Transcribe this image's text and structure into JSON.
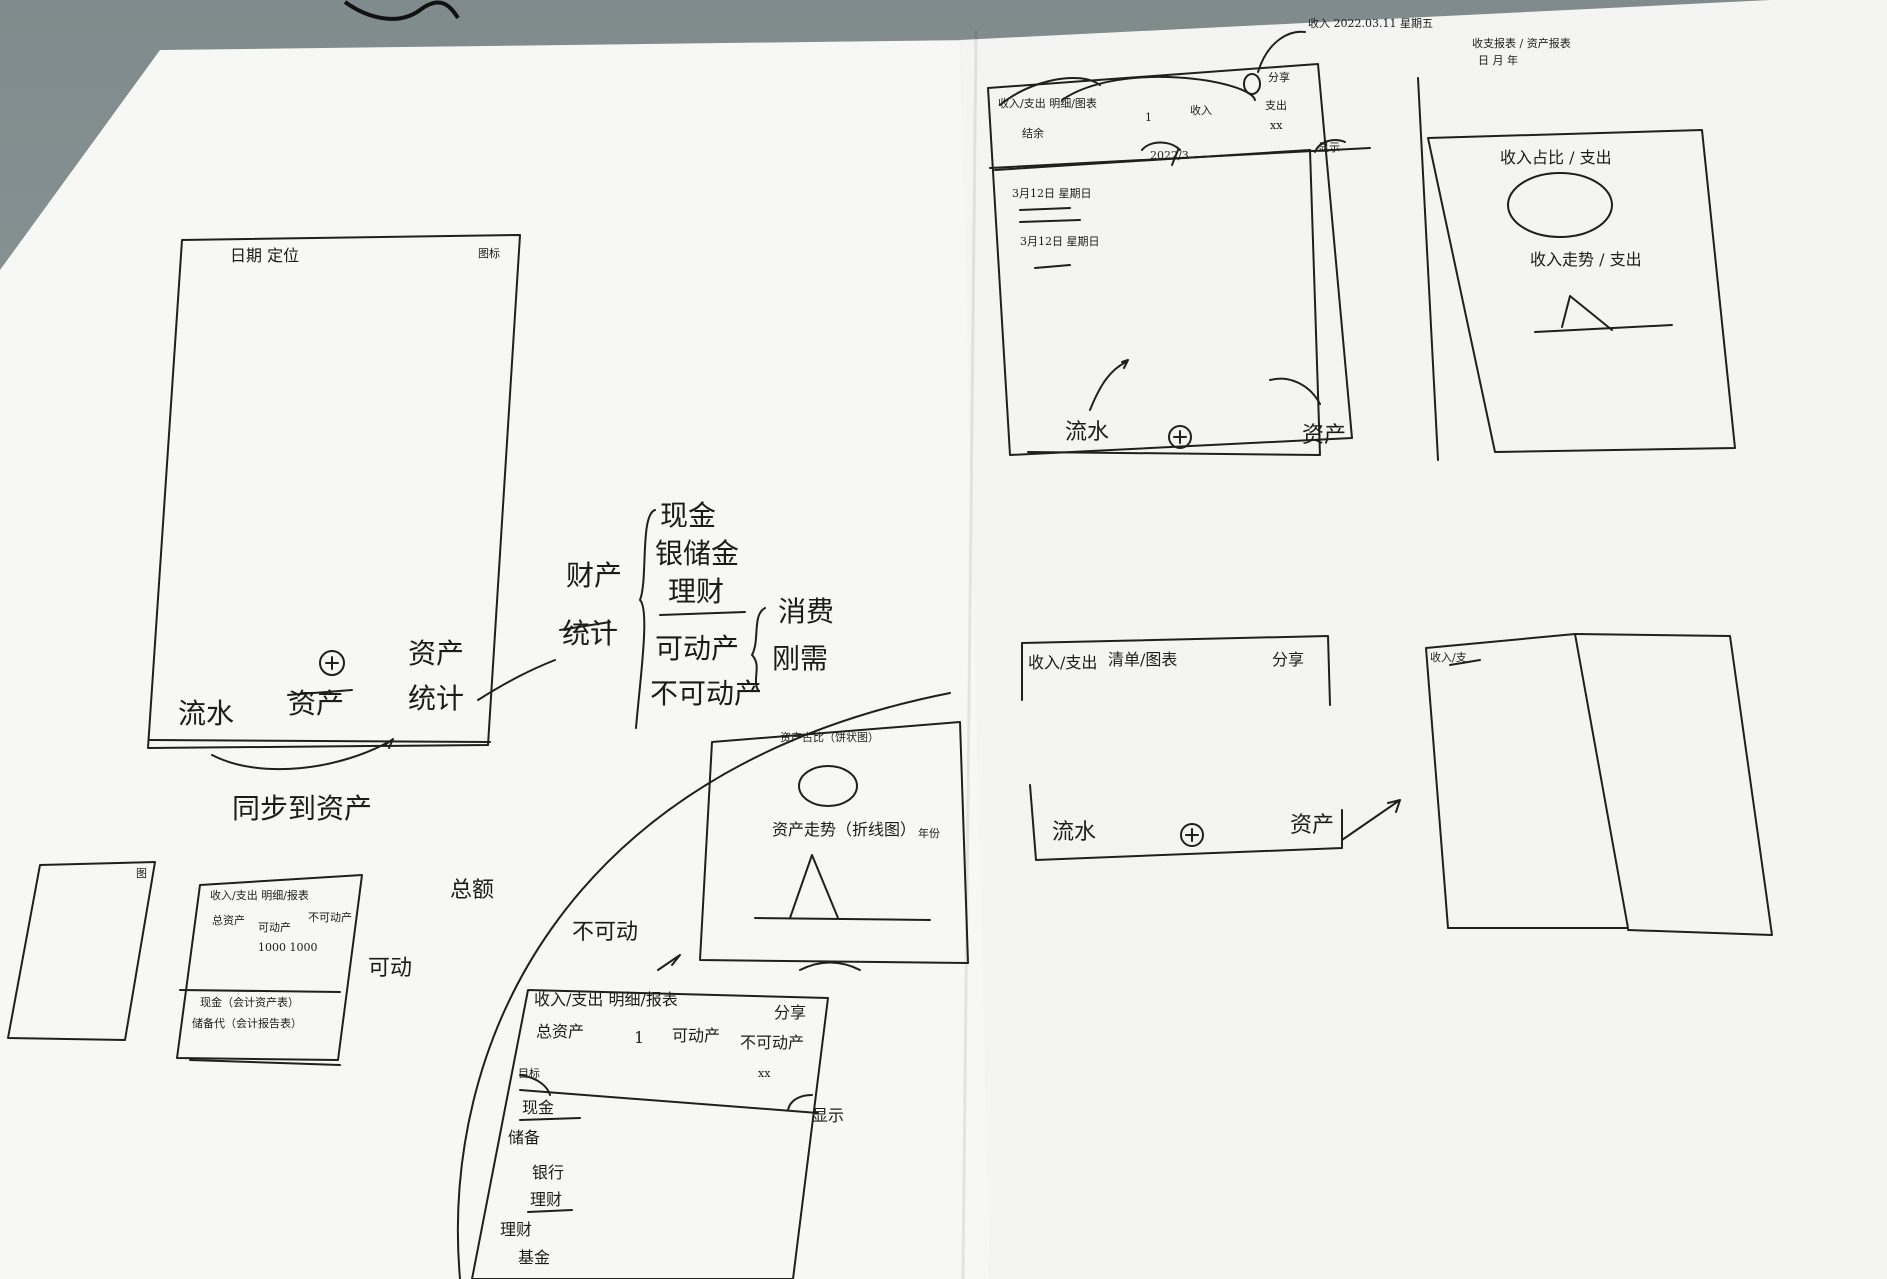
{
  "sketch": {
    "frame_main": {
      "top_left": "日期 定位",
      "top_right": "图标",
      "tab_liushui": "流水",
      "tab_zichan_struck": "资产",
      "tab_zichan": "资产",
      "tab_tongji": "统计",
      "sync_note": "同步到资产"
    },
    "asset_tree": {
      "caizhan": "财产",
      "tongji_struck": "统计",
      "xianjin": "现金",
      "yinchu": "银储金",
      "licai": "理财",
      "kedong": "可动产",
      "budong": "不可动产",
      "xiaofei": "消费",
      "gangxu": "刚需"
    },
    "summary": {
      "zonge": "总额",
      "kedong_label": "可动",
      "budong_label": "不可动"
    },
    "small_panel": {
      "icon": "图",
      "row1": "收入/支出 明细/报表",
      "row2a": "总资产",
      "row2b": "可动产",
      "row2c": "不可动产",
      "values": "1000 1000",
      "row3": "现金（会计资产表）",
      "row4": "储备代（会计报告表）",
      "kedong": "可动"
    },
    "chart_panel": {
      "title1": "资产占比（饼状图）",
      "title2": "资产走势（折线图）",
      "suffix": "年份"
    },
    "asset_detail": {
      "header": "收入/支出 明细/报表",
      "share": "分享",
      "total": "总资产",
      "one": "1",
      "kedong": "可动产",
      "budong": "不可动产",
      "xx": "xx",
      "mubiao": "目标",
      "xianjin": "现金",
      "chubei": "储备",
      "yinhang": "银行",
      "licai": "理财",
      "licai2": "理财",
      "jijin": "基金",
      "xianshi": "显示"
    },
    "frame_flow": {
      "header": "收入/支出 明细/图表",
      "one": "1",
      "shouru": "收入",
      "zhichu": "支出",
      "xx": "xx",
      "fenxiang": "分享",
      "date_label": "结余",
      "date_chip": "2022/3",
      "row1": "3月12日 星期日",
      "row2": "3月12日 星期日",
      "xianshi": "显示",
      "nav_liushui": "流水",
      "nav_zichan": "资产",
      "note_top": "收入 2022.03.11 星期五",
      "note_report": "收支报表 / 资产报表",
      "note_sub": "日 月 年"
    },
    "chart_right": {
      "title1": "收入占比 / 支出",
      "title2": "收入走势 / 支出"
    },
    "frame_lower": {
      "header_a": "收入/支出",
      "header_b": "清单/图表",
      "share": "分享",
      "nav_liushui": "流水",
      "nav_zichan": "资产"
    },
    "frame_lower_right": {
      "header": "收入/支"
    }
  }
}
